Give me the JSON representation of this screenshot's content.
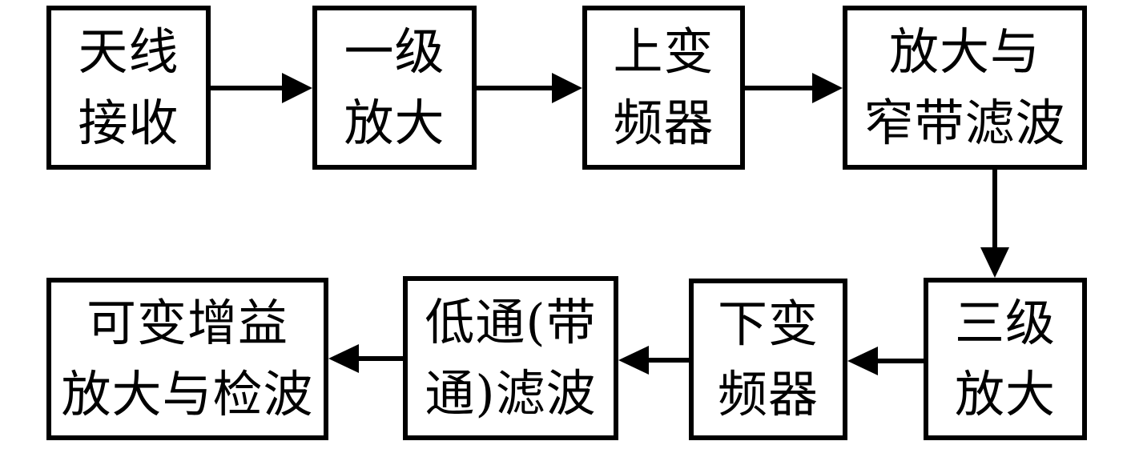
{
  "diagram": {
    "type": "flowchart",
    "background_color": "#ffffff",
    "line_color": "#000000",
    "nodes": [
      {
        "id": "antenna-receive",
        "label": "天线\n接收"
      },
      {
        "id": "first-stage-amplifier",
        "label": "一级\n放大"
      },
      {
        "id": "up-converter",
        "label": "上变\n频器"
      },
      {
        "id": "amplify-narrowband-filter",
        "label": "放大与\n窄带滤波"
      },
      {
        "id": "third-stage-amplifier",
        "label": "三级\n放大"
      },
      {
        "id": "down-converter",
        "label": "下变\n频器"
      },
      {
        "id": "lowpass-bandpass-filter",
        "label": "低通(带\n通)滤波"
      },
      {
        "id": "variable-gain-amplify-detect",
        "label": "可变增益\n放大与检波"
      }
    ],
    "edges": [
      {
        "from": "antenna-receive",
        "to": "first-stage-amplifier",
        "direction": "right"
      },
      {
        "from": "first-stage-amplifier",
        "to": "up-converter",
        "direction": "right"
      },
      {
        "from": "up-converter",
        "to": "amplify-narrowband-filter",
        "direction": "right"
      },
      {
        "from": "amplify-narrowband-filter",
        "to": "third-stage-amplifier",
        "direction": "down"
      },
      {
        "from": "third-stage-amplifier",
        "to": "down-converter",
        "direction": "left"
      },
      {
        "from": "down-converter",
        "to": "lowpass-bandpass-filter",
        "direction": "left"
      },
      {
        "from": "lowpass-bandpass-filter",
        "to": "variable-gain-amplify-detect",
        "direction": "left"
      }
    ]
  }
}
